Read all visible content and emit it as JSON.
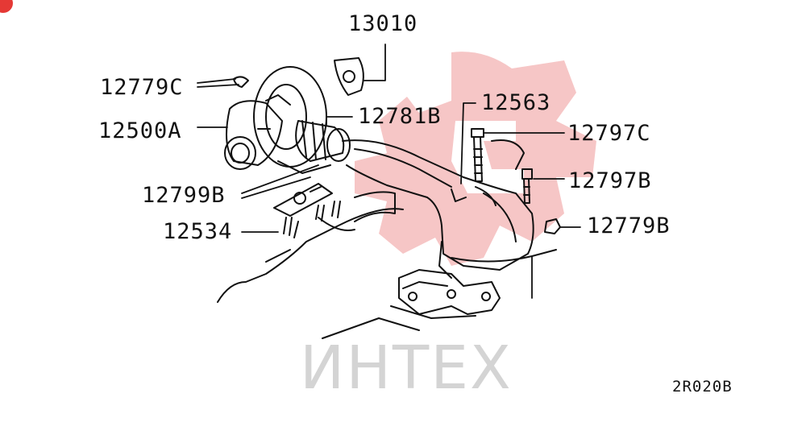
{
  "diagram": {
    "watermark_text": "ИНТЕХ",
    "drawing_code": "2R020B",
    "parts": [
      {
        "id": "13010",
        "label": "13010"
      },
      {
        "id": "12779C",
        "label": "12779C"
      },
      {
        "id": "12781B",
        "label": "12781B"
      },
      {
        "id": "12500A",
        "label": "12500A"
      },
      {
        "id": "12563",
        "label": "12563"
      },
      {
        "id": "12797C",
        "label": "12797C"
      },
      {
        "id": "12797B",
        "label": "12797B"
      },
      {
        "id": "12799B",
        "label": "12799B"
      },
      {
        "id": "12534",
        "label": "12534"
      },
      {
        "id": "12779B",
        "label": "12779B"
      }
    ]
  },
  "colors": {
    "line": "#111111",
    "watermark_red": "#f6c6c6",
    "watermark_text": "#d4d4d4",
    "corner_badge": "#e53935"
  }
}
